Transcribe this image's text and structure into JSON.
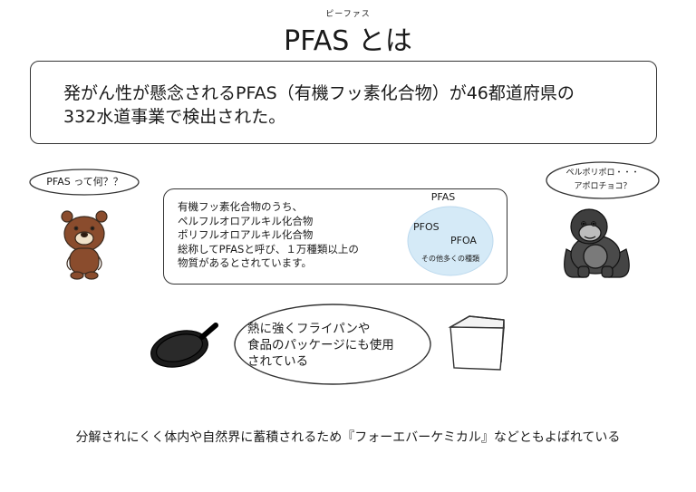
{
  "title": {
    "ruby": "ピーファス",
    "text": "PFAS とは"
  },
  "headline": {
    "line1": "発がん性が懸念されるPFAS（有機フッ素化合物）が46都道府県の",
    "line2": "332水道事業で検出された。"
  },
  "bear_bubble": "PFAS って何？？",
  "gorilla_bubble": {
    "line1": "ペルポリポロ・・・",
    "line2": "アポロチョコ？"
  },
  "definition": {
    "lines": [
      "有機フッ素化合物のうち、",
      "ペルフルオロアルキル化合物",
      "ポリフルオロアルキル化合物",
      "総称してPFASと呼び、１万種類以上の",
      "物質があるとされています。"
    ],
    "circle": {
      "label": "PFAS",
      "item1": "PFOS",
      "item2": "PFOA",
      "other": "その他多くの種類",
      "fill": "#d5eaf7"
    }
  },
  "pan_bubble": {
    "line1": "熱に強くフライパンや",
    "line2": "食品のパッケージにも使用",
    "line3": "されている"
  },
  "bottom_text": "分解されにくく体内や自然界に蓄積されるため『フォーエバーケミカル』などともよばれている",
  "icons": [
    "bear-icon",
    "gorilla-icon",
    "frying-pan-icon",
    "food-package-icon"
  ]
}
